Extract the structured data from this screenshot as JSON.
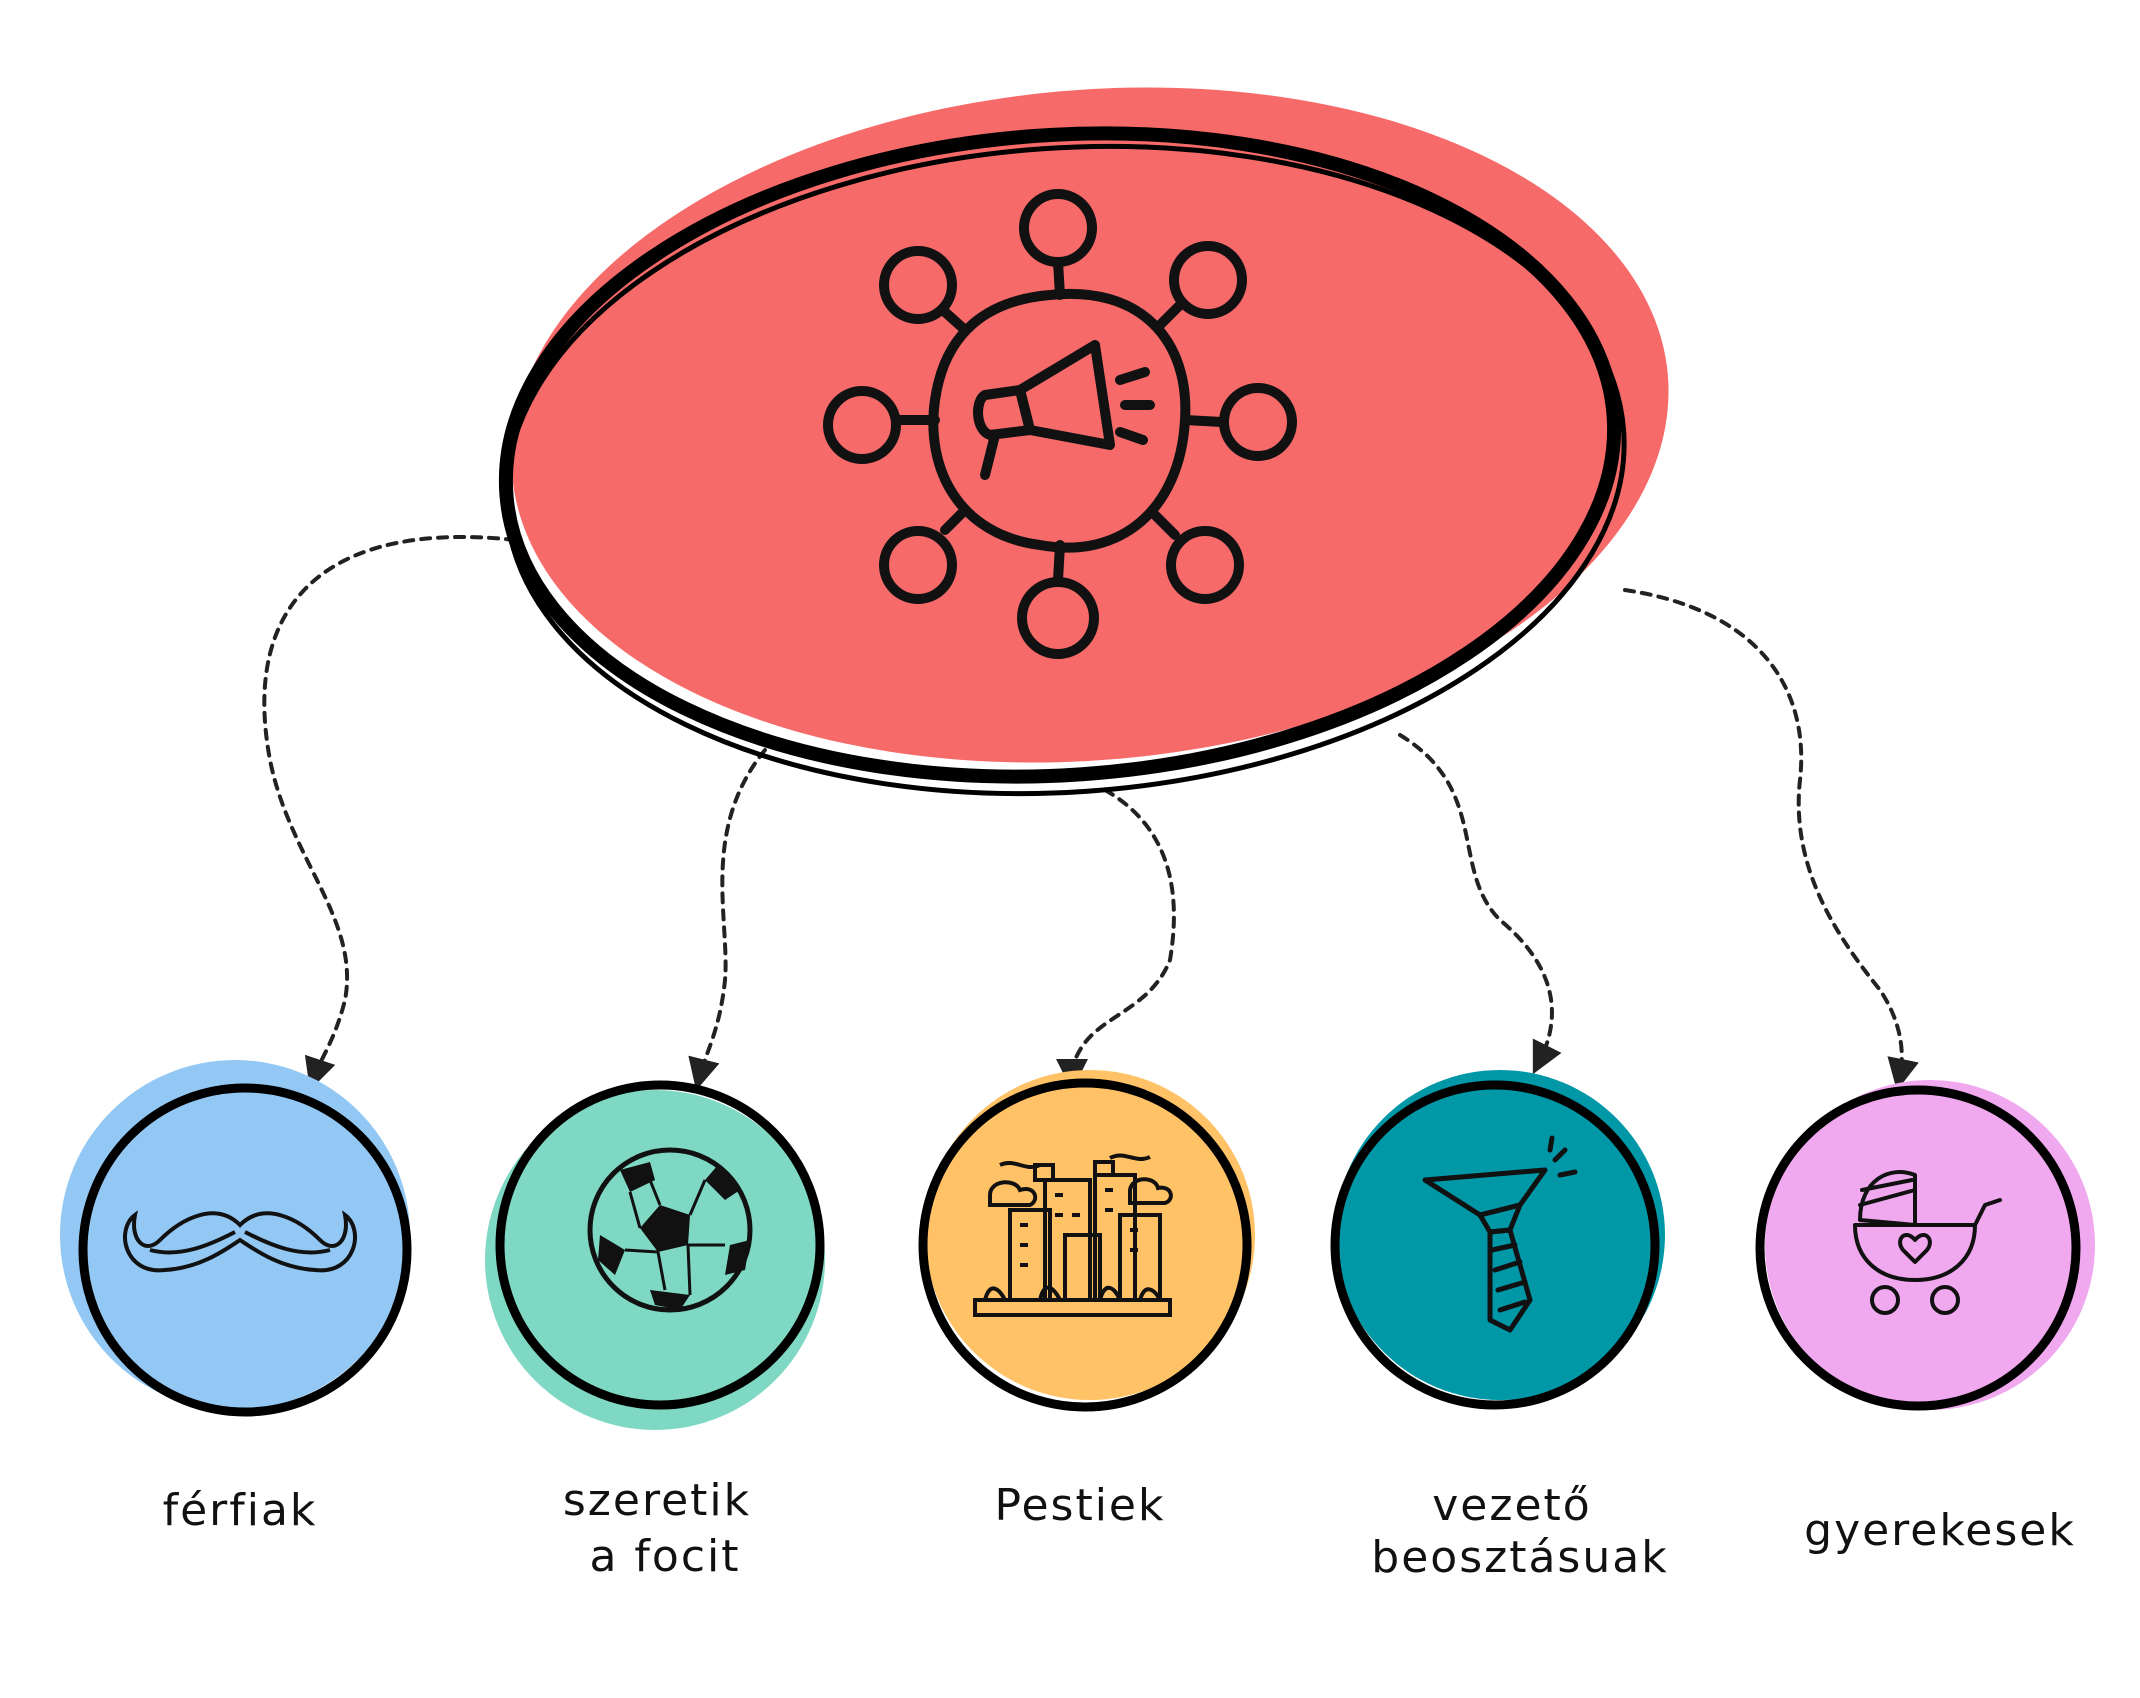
{
  "colors": {
    "center": "#F76A6A",
    "outline": "#000000",
    "connector": "#222222"
  },
  "center": {
    "icon": "megaphone-network-icon"
  },
  "nodes": [
    {
      "icon": "mustache-icon",
      "color": "#93C8F4",
      "label_lines": [
        "férfiak"
      ]
    },
    {
      "icon": "soccer-ball-icon",
      "color": "#7FD8C4",
      "label_lines": [
        "szeretik",
        "a focit"
      ]
    },
    {
      "icon": "city-buildings-icon",
      "color": "#FFC266",
      "label_lines": [
        "Pestiek"
      ]
    },
    {
      "icon": "necktie-icon",
      "color": "#0097A7",
      "label_lines": [
        "vezető",
        "beosztásuak"
      ]
    },
    {
      "icon": "baby-stroller-icon",
      "color": "#F0A8EF",
      "label_lines": [
        "gyerekesek"
      ]
    }
  ]
}
